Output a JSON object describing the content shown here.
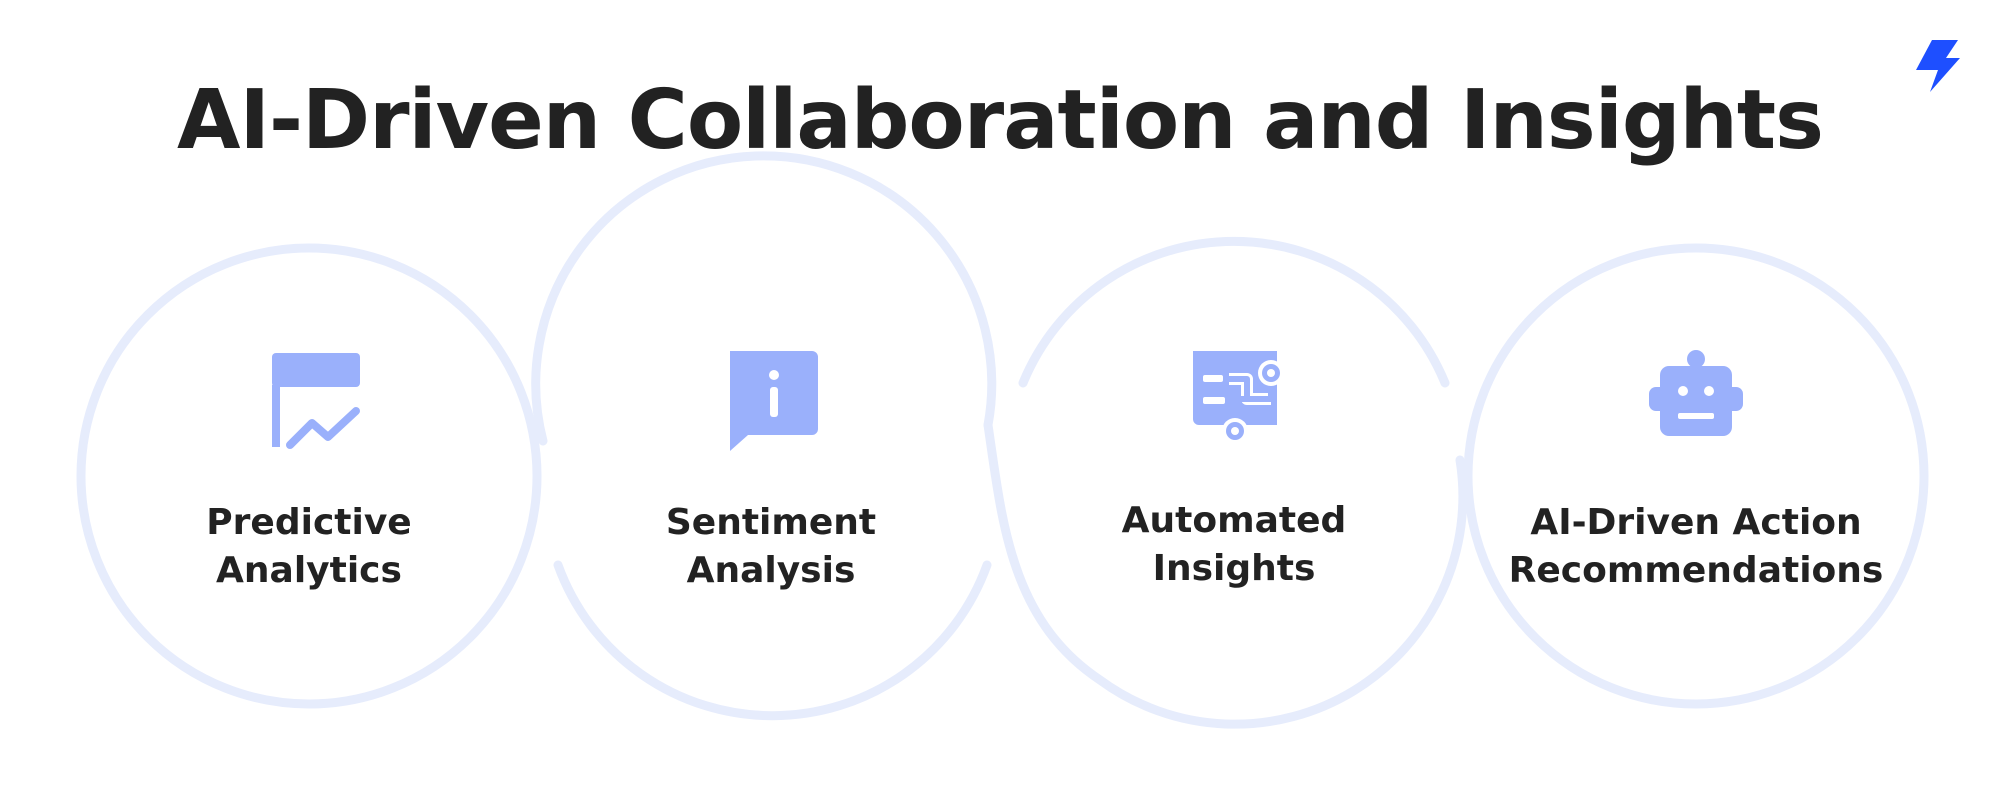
{
  "title": "AI-Driven Collaboration and Insights",
  "colors": {
    "ring": "#e6ecfc",
    "icon": "#9ab0fb",
    "logo": "#1e4fff",
    "text": "#222222"
  },
  "logo": {
    "icon": "lightning-bolt-icon"
  },
  "items": [
    {
      "line1": "Predictive",
      "line2": "Analytics",
      "icon": "chart-trend-icon"
    },
    {
      "line1": "Sentiment",
      "line2": "Analysis",
      "icon": "info-chat-icon"
    },
    {
      "line1": "Automated",
      "line2": "Insights",
      "icon": "document-circuit-icon"
    },
    {
      "line1": "AI-Driven Action",
      "line2": "Recommendations",
      "icon": "robot-icon"
    }
  ]
}
